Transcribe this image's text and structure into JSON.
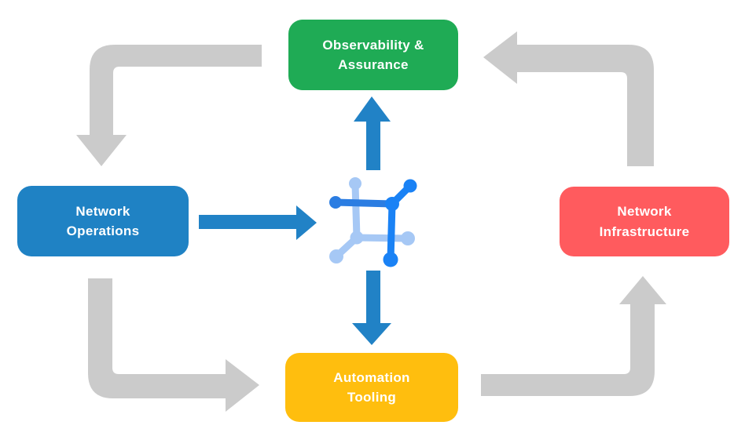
{
  "diagram": {
    "nodes": [
      {
        "id": "observability-assurance",
        "label": "Observability &\nAssurance",
        "color": "#1FAB55"
      },
      {
        "id": "network-operations",
        "label": "Network\nOperations",
        "color": "#1F82C4"
      },
      {
        "id": "network-infrastructure",
        "label": "Network\nInfrastructure",
        "color": "#FF5B5E"
      },
      {
        "id": "automation-tooling",
        "label": "Automation\nTooling",
        "color": "#FFBE0E"
      }
    ],
    "center_icon": "network-mesh-icon",
    "flows": [
      {
        "from": "observability-assurance",
        "to": "network-operations",
        "style": "outer-gray"
      },
      {
        "from": "network-operations",
        "to": "automation-tooling",
        "style": "outer-gray"
      },
      {
        "from": "automation-tooling",
        "to": "network-infrastructure",
        "style": "outer-gray"
      },
      {
        "from": "network-infrastructure",
        "to": "observability-assurance",
        "style": "outer-gray"
      },
      {
        "from": "network-operations",
        "to": "center-icon",
        "style": "inner-blue"
      },
      {
        "from": "center-icon",
        "to": "observability-assurance",
        "style": "inner-blue"
      },
      {
        "from": "center-icon",
        "to": "automation-tooling",
        "style": "inner-blue"
      }
    ]
  },
  "colors": {
    "arrow_gray": "#CBCBCB",
    "arrow_blue": "#2182C6",
    "icon_dark_blue": "#2B7DE2",
    "icon_bright_blue": "#1A82F5",
    "icon_light_blue": "#A6C8F5",
    "background": "#FFFFFF"
  }
}
